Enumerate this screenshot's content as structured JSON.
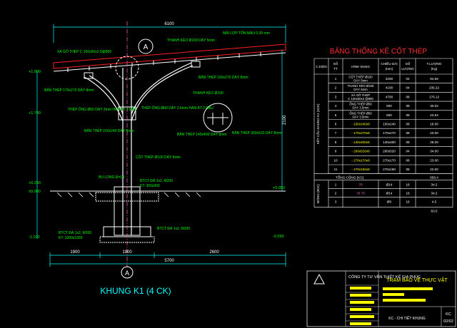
{
  "colors": {
    "bg": "#000000",
    "structure": "#ffffff",
    "annotation": "#00ff00",
    "dim": "#00ffff",
    "roof": "#ff2020",
    "table_title": "#ff3030",
    "titleblock_fill": "#ffff00",
    "pink": "#ff66cc",
    "yellow": "#ffff00"
  },
  "drawing": {
    "title": "KHUNG K1 (4 CK)",
    "top_dim": "6100",
    "bottom_dims": [
      "1900",
      "1900",
      "2600"
    ],
    "total_dim": "5700",
    "right_dim": "2100",
    "left_levels": [
      "+1.900",
      "+1.700",
      "+0.250",
      "±0.000",
      "-1.100"
    ],
    "right_levels": [
      "+0.050",
      "-0.050"
    ],
    "section_marker": "A",
    "labels": {
      "xa_go": "XÀ GỒ THÉP C 100x50x2.0@800",
      "thanh_keo": "THANH KÈO Ø100 DÀY 5mm",
      "mai_lop": "MÁI LỢP TÔN MÀU 0.35 mm",
      "ban_thep_1": "BẢN THÉP 170x270 DÀY 8mm",
      "ban_thep_2": "BẢN THÉP 160x270 DÀY 8mm",
      "thanh_keo_2": "THANH KÈO Ø100",
      "thep_ong": "THÉP ỐNG Ø60 DÀY 3mm HÀN BT 2 ĐẦU",
      "thep_ong_2": "THÉP ỐNG Ø60 DÀY 3.5mm HÀN BT 2 ĐẦU",
      "ban_thep_3": "BẢN THÉP 150x240 DÀY 8mm",
      "ban_thep_4": "BẢN THÉP 140x400 DÀY 8mm",
      "ban_thep_5": "BẢN THÉP 260x520 DÀY 8mm",
      "coc_thep": "CỘT THÉP Ø100 DÀY 5mm",
      "bu_long": "BU LONG Đ=14",
      "btct": "BTCT ĐÁ 1x2, M200",
      "kt1": "KT: 300x300",
      "btct_2": "BTCT ĐÁ 1x2, M200",
      "kt2": "KT: 1000x1000",
      "btct_3": "BTCT ĐÁ 1x2, M200"
    }
  },
  "table": {
    "title": "BẢNG THỐNG KÊ CỐT THÉP",
    "headers": [
      "C.KIỆN",
      "SỐ TT",
      "HÌNH DẠNG",
      "CHIỀU DÀI (mm)",
      "SỐ LƯỢNG",
      "T.LƯỢNG (Kg)"
    ],
    "group_label": "KẾT CẤU KHUNG K1 (4CK)",
    "rows": [
      {
        "no": "1",
        "desc": [
          "CỘT THÉP Ø100",
          "DÀY 5mm"
        ],
        "len": "2200",
        "qty": "04",
        "wt": "94.56"
      },
      {
        "no": "2",
        "desc": [
          "THANH KÈO Ø100",
          "DÀY 5mm"
        ],
        "len": "4100",
        "qty": "04",
        "wt": "235.22"
      },
      {
        "no": "3",
        "desc": [
          "XÀ GỒ THÉP",
          "C 100x50x2 @800"
        ],
        "len": "4700",
        "qty": "08",
        "wt": "176.12"
      },
      {
        "no": "4",
        "desc": [
          "ỐNG THÉP Ø50",
          "DÀY 3.5mm"
        ],
        "len": "900",
        "qty": "08",
        "wt": "30.02"
      },
      {
        "no": "5",
        "desc": [
          "ỐNG THÉP Ø50",
          "DÀY 3.5mm"
        ],
        "len": "800",
        "qty": "08",
        "wt": "23.54"
      },
      {
        "no": "6",
        "desc": [
          "- 150x240x8"
        ],
        "len": "150x240",
        "qty": "08",
        "wt": "18.00"
      },
      {
        "no": "7",
        "desc": [
          "- 170x270x8"
        ],
        "len": "170x270",
        "qty": "08",
        "wt": "23.00"
      },
      {
        "no": "8",
        "desc": [
          "- 140x400x8"
        ],
        "len": "140x400",
        "qty": "08",
        "wt": "28.00"
      },
      {
        "no": "9",
        "desc": [
          "- 260x520x8"
        ],
        "len": "260x520",
        "qty": "04",
        "wt": "34.00"
      },
      {
        "no": "10",
        "desc": [
          "- 270x170x8"
        ],
        "len": "270x170",
        "qty": "08",
        "wt": "23.00"
      },
      {
        "no": "11",
        "desc": [
          "- 270x160x8"
        ],
        "len": "270x160",
        "qty": "08",
        "wt": "22.00"
      }
    ],
    "total_label": "TỔNG CỘNG (KG)",
    "total_value": "658.4",
    "mong_label": "MÓNG (8CK)",
    "mong_rows": [
      {
        "no": "1",
        "shape": "70",
        "len": "Ø14",
        "qty": "16",
        "wt": "34.2"
      },
      {
        "no": "2",
        "shape": "70   70",
        "len": "Ø14",
        "qty": "16",
        "wt": "34.2"
      },
      {
        "no": "3",
        "shape": "",
        "len": "Ø6",
        "qty": "16",
        "wt": "4.5"
      }
    ],
    "mong_total": "63.0"
  },
  "titleblock": {
    "company": "CÔNG TY TƯ VẤN THIẾT KẾ GIA PHÚC",
    "drawing_name": "TRẠM BẢO VỆ THỰC VẬT",
    "sheet": "KC - CHI TIẾT KHUNG",
    "sheet_no_label": "KC",
    "sheet_no": "02/02"
  }
}
